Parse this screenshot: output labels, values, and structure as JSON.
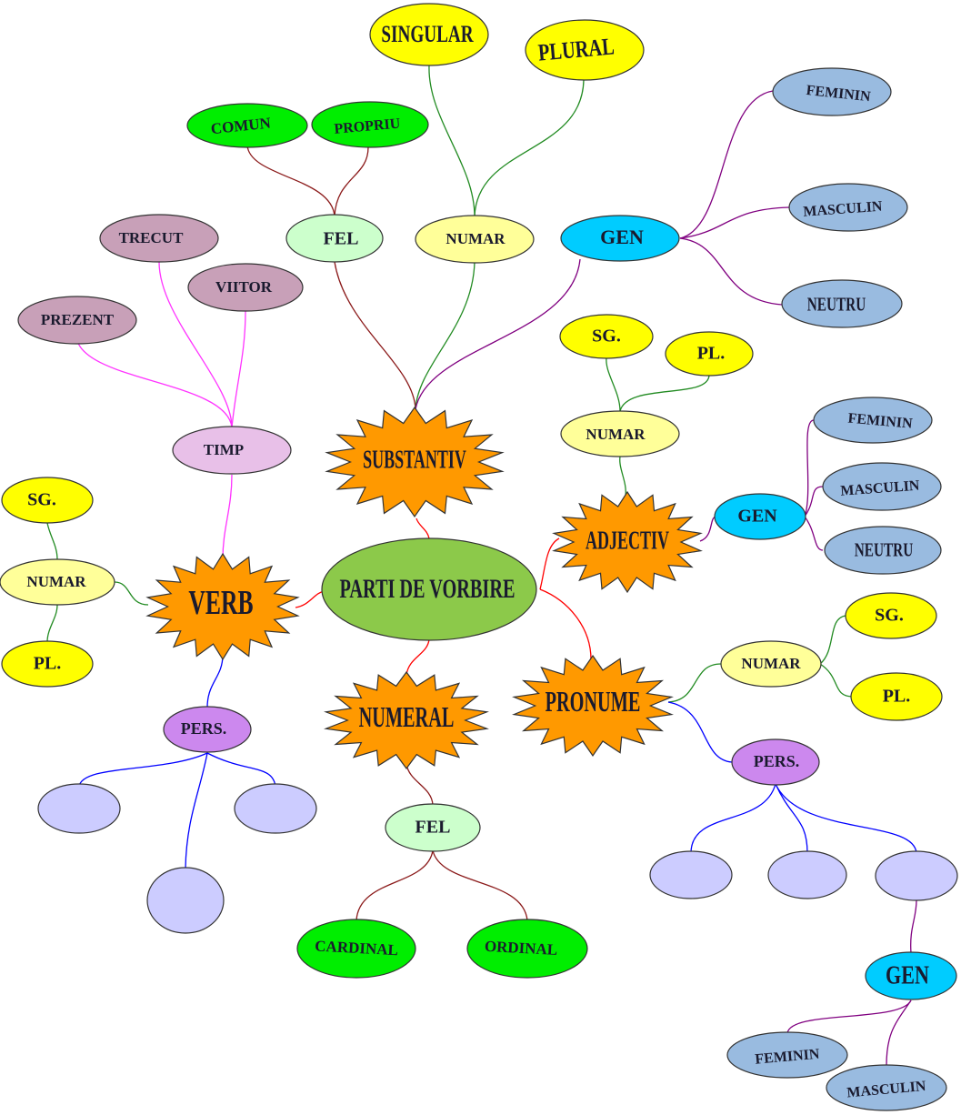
{
  "colors": {
    "root": "#8cc94a",
    "burst": "#ff9900",
    "yellow": "#ffff00",
    "pale_yellow": "#ffff99",
    "green": "#00ee00",
    "pale_green": "#ccffcc",
    "cyan": "#00ccff",
    "steel": "#99bbe0",
    "mauve": "#c8a0b8",
    "pink_lilac": "#e8c0e8",
    "purple": "#cc88ee",
    "lavender": "#ccccff",
    "edge_red": "#ff0000",
    "edge_brown": "#8b1a1a",
    "edge_green": "#228b22",
    "edge_purple": "#800080",
    "edge_magenta": "#ff33ff",
    "edge_blue": "#0000ff"
  },
  "root": {
    "label": "PARTI DE VORBIRE"
  },
  "substantiv": {
    "label": "SUBSTANTIV",
    "fel": {
      "label": "FEL",
      "comun": "COMUN",
      "propriu": "PROPRIU"
    },
    "numar": {
      "label": "NUMAR",
      "singular": "SINGULAR",
      "plural": "PLURAL"
    },
    "gen": {
      "label": "GEN",
      "feminin": "FEMININ",
      "masculin": "MASCULIN",
      "neutru": "NEUTRU"
    }
  },
  "adjectiv": {
    "label": "ADJECTIV",
    "numar": {
      "label": "NUMAR",
      "sg": "SG.",
      "pl": "PL."
    },
    "gen": {
      "label": "GEN",
      "feminin": "FEMININ",
      "masculin": "MASCULIN",
      "neutru": "NEUTRU"
    }
  },
  "verb": {
    "label": "VERB",
    "timp": {
      "label": "TIMP",
      "trecut": "TRECUT",
      "viitor": "VIITOR",
      "prezent": "PREZENT"
    },
    "numar": {
      "label": "NUMAR",
      "sg": "SG.",
      "pl": "PL."
    },
    "pers": {
      "label": "PERS."
    }
  },
  "numeral": {
    "label": "NUMERAL",
    "fel": {
      "label": "FEL",
      "cardinal": "CARDINAL",
      "ordinal": "ORDINAL"
    }
  },
  "pronume": {
    "label": "PRONUME",
    "numar": {
      "label": "NUMAR",
      "sg": "SG.",
      "pl": "PL."
    },
    "pers": {
      "label": "PERS."
    },
    "gen": {
      "label": "GEN",
      "feminin": "FEMININ",
      "masculin": "MASCULIN"
    }
  }
}
